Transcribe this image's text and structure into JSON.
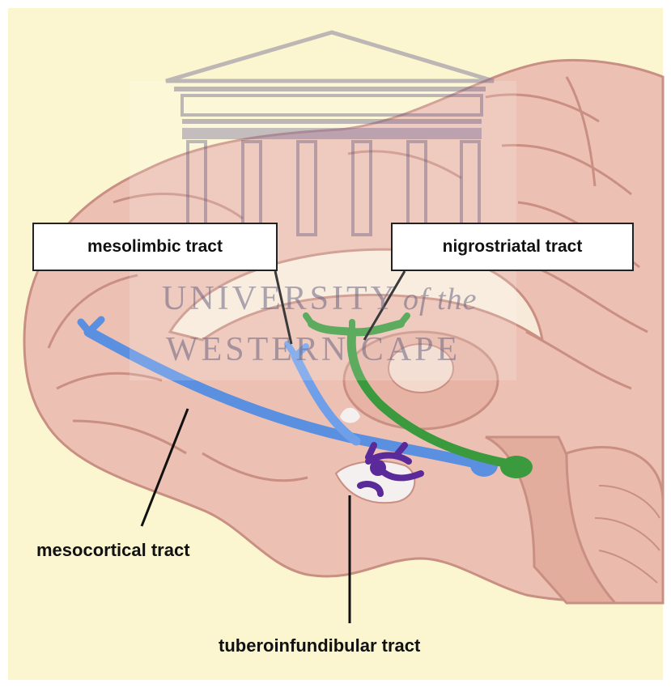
{
  "labels": {
    "mesolimbic": "mesolimbic tract",
    "nigrostriatal": "nigrostriatal tract",
    "mesocortical": "mesocortical tract",
    "tuberoinfundibular": "tuberoinfundibular tract"
  },
  "watermark": {
    "line1_main": "UNIVERSITY",
    "line1_italic": "of the",
    "line2": "WESTERN CAPE"
  },
  "colors": {
    "background": "#fbf6cf",
    "brain": "#ecc0b2",
    "brain_shadow": "#c98f82",
    "mesocortical_pathway": "#5b8fe0",
    "mesolimbic_pathway": "#6f9fe8",
    "nigrostriatal_pathway": "#3b9a3e",
    "tuberoinfundibular_pathway": "#5b2a9a"
  }
}
